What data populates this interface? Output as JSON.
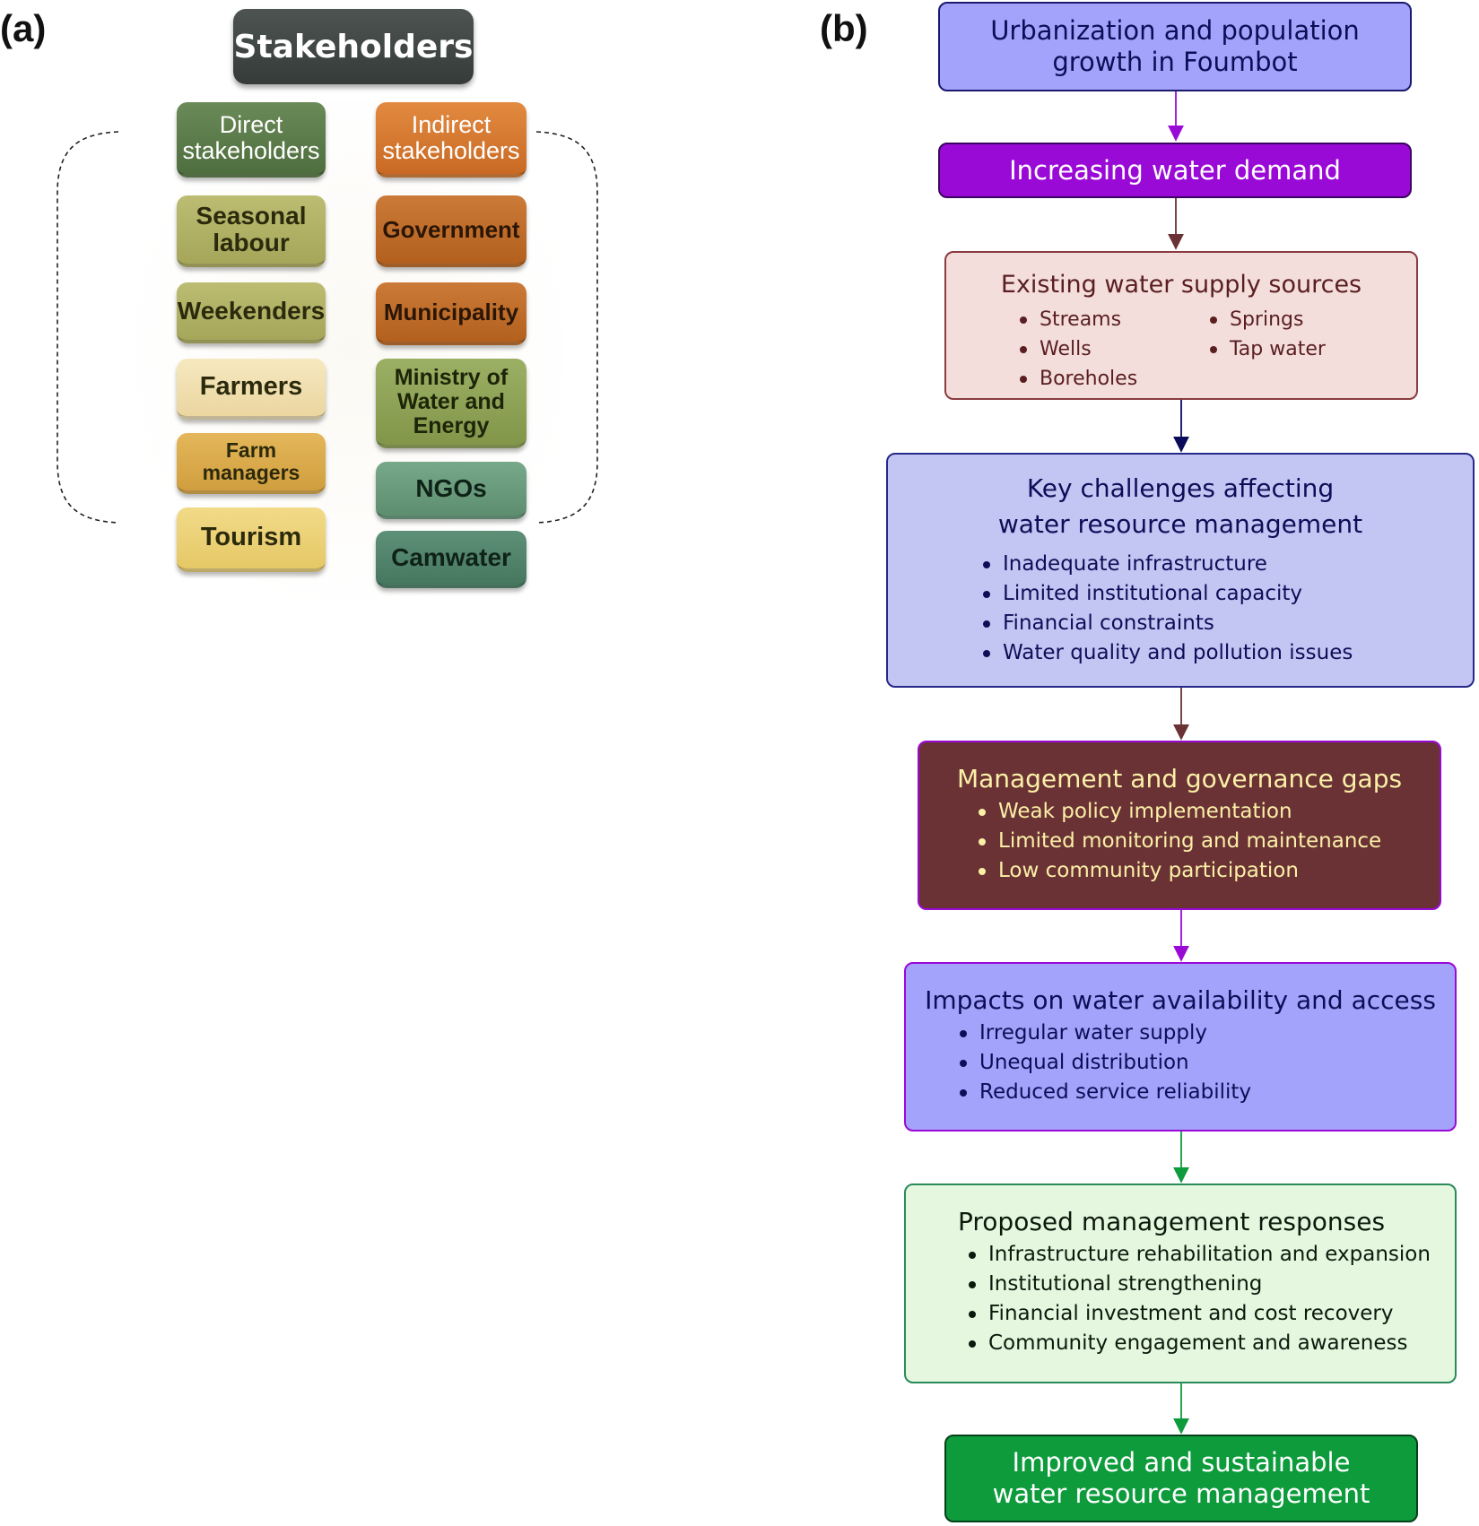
{
  "panel_labels": {
    "a": "(a)",
    "b": "(b)"
  },
  "stakeholders": {
    "title": "Stakeholders",
    "direct": {
      "header": [
        "Direct",
        "stakeholders"
      ],
      "items": [
        [
          "Seasonal",
          "labour"
        ],
        [
          "Weekenders"
        ],
        [
          "Farmers"
        ],
        [
          "Farm managers"
        ],
        [
          "Tourism"
        ]
      ]
    },
    "indirect": {
      "header": [
        "Indirect",
        "stakeholders"
      ],
      "items": [
        [
          "Government"
        ],
        [
          "Municipality"
        ],
        [
          "Ministry of",
          "Water and",
          "Energy"
        ],
        [
          "NGOs"
        ],
        [
          "Camwater"
        ]
      ]
    }
  },
  "flow": {
    "urbanization": {
      "lines": [
        "Urbanization and population",
        "growth in Foumbot"
      ]
    },
    "demand": {
      "lines": [
        "Increasing water demand"
      ]
    },
    "sources": {
      "title": "Existing water supply sources",
      "col1": [
        "Streams",
        "Wells",
        "Boreholes"
      ],
      "col2": [
        "Springs",
        "Tap water"
      ]
    },
    "challenges": {
      "title": [
        "Key challenges affecting",
        "water resource management"
      ],
      "items": [
        "Inadequate infrastructure",
        "Limited institutional capacity",
        "Financial constraints",
        "Water quality and pollution issues"
      ]
    },
    "gaps": {
      "title": "Management and governance gaps",
      "items": [
        "Weak policy implementation",
        "Limited monitoring and maintenance",
        "Low community participation"
      ]
    },
    "impacts": {
      "title": "Impacts on water availability and access",
      "items": [
        "Irregular water supply",
        "Unequal distribution",
        "Reduced service reliability"
      ]
    },
    "responses": {
      "title": "Proposed management responses",
      "items": [
        "Infrastructure rehabilitation and expansion",
        "Institutional strengthening",
        "Financial investment and cost recovery",
        "Community engagement and awareness"
      ]
    },
    "outcome": {
      "lines": [
        "Improved and sustainable",
        "water resource management"
      ]
    }
  },
  "colors": {
    "direct_header": "#5a7a48",
    "indirect_header": "#d67a30",
    "olive": "#aeae62",
    "cream": "#f0deae",
    "amber": "#d9aa4a",
    "tourism": "#ecd178",
    "rust": "#bf6b2c",
    "moss": "#8fa458",
    "teal": "#6a9c7c",
    "deep_teal": "#4f826c",
    "flow_blue": "#a3a3fb",
    "flow_purple": "#9a0ad6",
    "flow_pink": "#f3dedc",
    "flow_lavender": "#c3c5f3",
    "flow_maroon": "#6a3234",
    "flow_mint": "#e5f7df",
    "flow_green": "#0d9b3c"
  }
}
